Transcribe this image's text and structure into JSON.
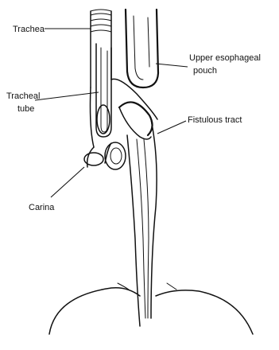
{
  "labels": {
    "trachea": "Trachea",
    "upper_pouch_line1": "Upper esophageal",
    "upper_pouch_line2": "pouch",
    "tracheal_tube_line1": "Tracheal",
    "tracheal_tube_line2": "tube",
    "fistulous_tract": "Fistulous tract",
    "carina": "Carina"
  }
}
